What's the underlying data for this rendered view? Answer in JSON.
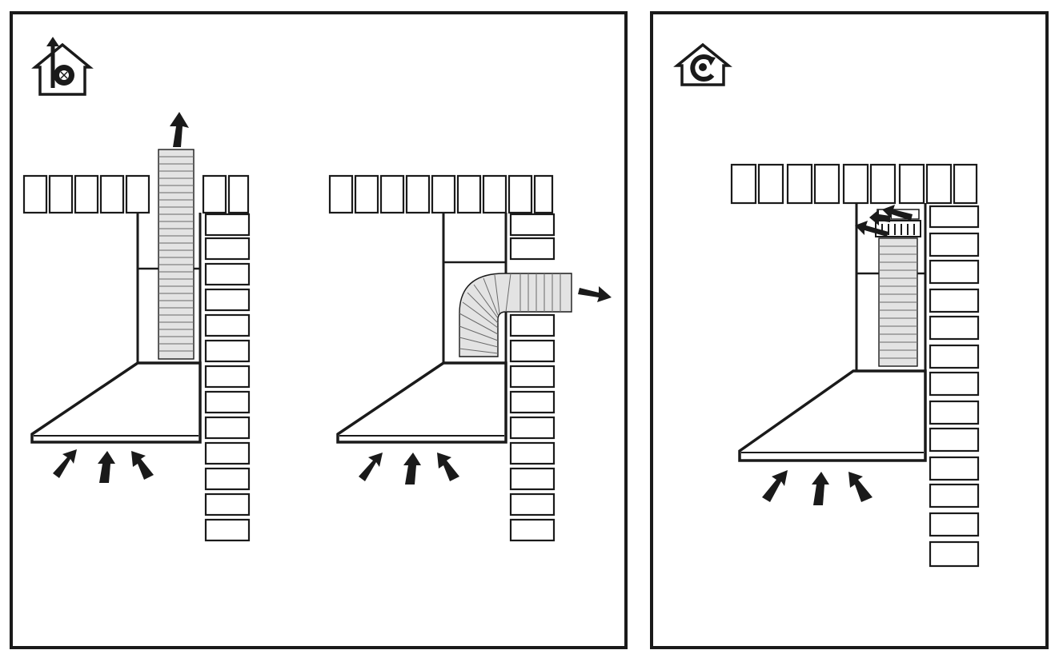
{
  "colors": {
    "ink": "#1a1a1a",
    "duct_fill": "#e3e3e3",
    "duct_slat": "#6a6a6a",
    "background": "#ffffff"
  },
  "panels": [
    {
      "name": "ducted-mode-panel",
      "icon": "house-ducted-exhaust-icon",
      "variants": [
        {
          "name": "vertical-duct-through-ceiling",
          "exhaust_direction": "up"
        },
        {
          "name": "elbow-duct-through-wall",
          "exhaust_direction": "right"
        }
      ]
    },
    {
      "name": "recirculation-mode-panel",
      "icon": "house-recirculation-icon",
      "variants": [
        {
          "name": "recirculation-filter-outlet",
          "exhaust_direction": "left-into-room"
        }
      ]
    }
  ]
}
